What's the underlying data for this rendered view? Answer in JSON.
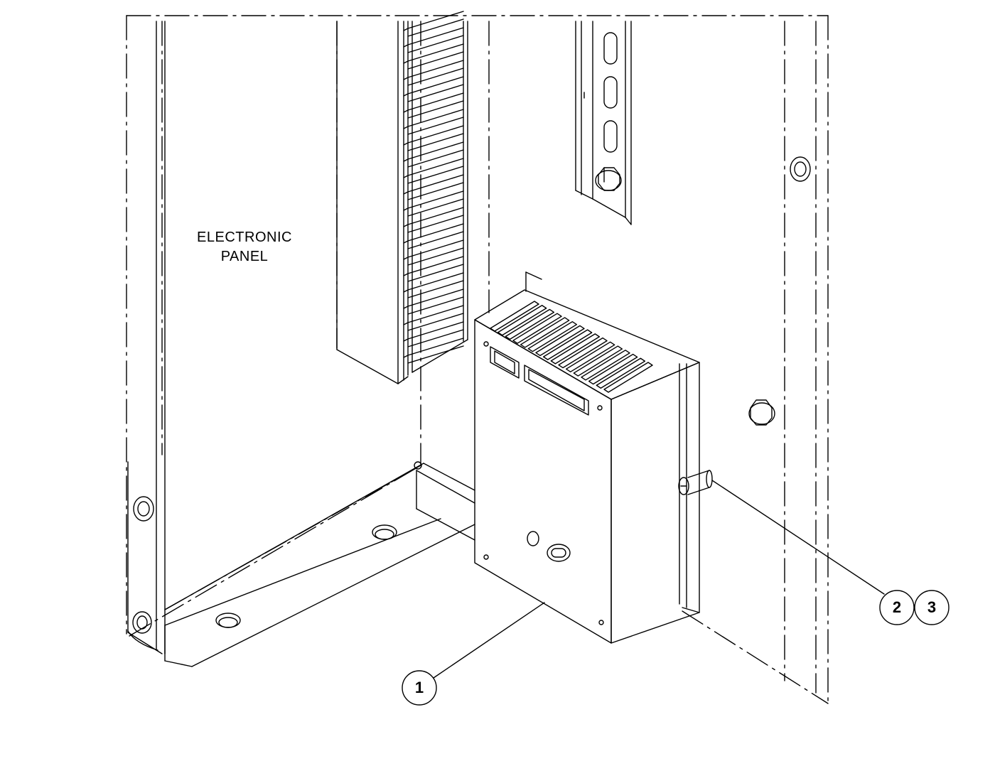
{
  "diagram": {
    "panel_label_line1": "ELECTRONIC",
    "panel_label_line2": "PANEL",
    "callouts": [
      "1",
      "2",
      "3"
    ],
    "colors": {
      "line": "#000000",
      "background": "#ffffff"
    }
  }
}
